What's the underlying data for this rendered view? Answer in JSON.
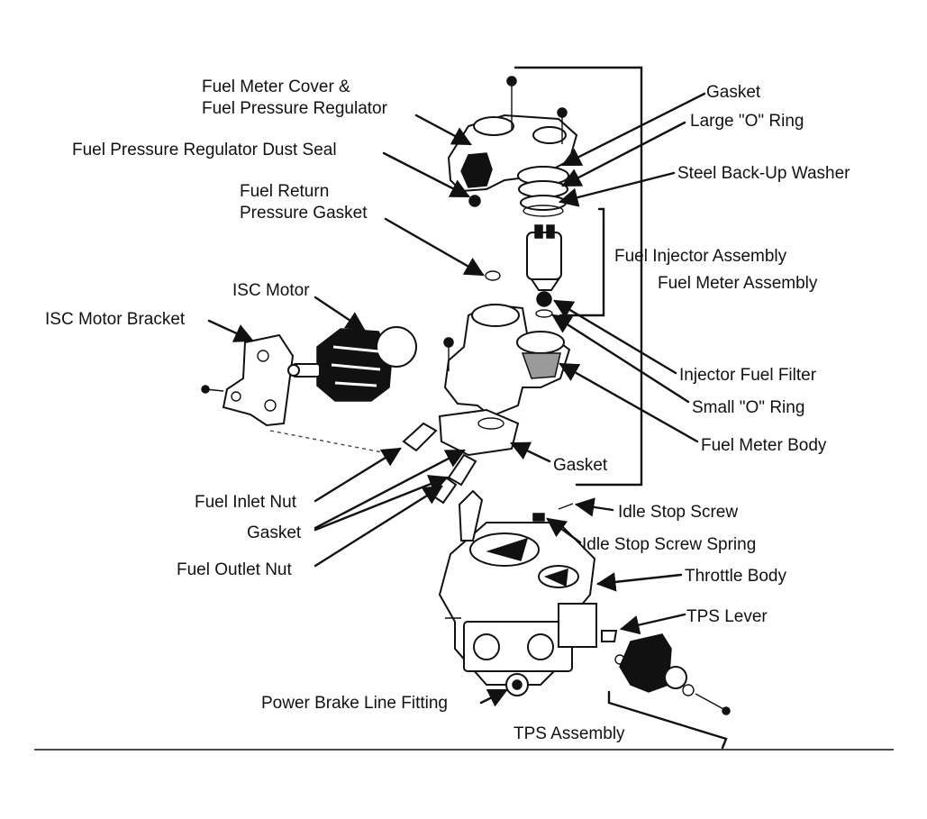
{
  "labels": {
    "fuel_meter_cover_l1": "Fuel Meter Cover &",
    "fuel_meter_cover_l2": "Fuel Pressure Regulator",
    "dust_seal": "Fuel Pressure Regulator Dust Seal",
    "fuel_return_l1": "Fuel Return",
    "fuel_return_l2": "Pressure Gasket",
    "isc_motor": "ISC Motor",
    "isc_motor_bracket": "ISC Motor Bracket",
    "gasket_top": "Gasket",
    "large_o_ring": "Large \"O\" Ring",
    "steel_washer": "Steel Back-Up Washer",
    "fuel_injector_assembly": "Fuel Injector Assembly",
    "fuel_meter_assembly": "Fuel Meter Assembly",
    "injector_fuel_filter": "Injector Fuel Filter",
    "small_o_ring": "Small \"O\" Ring",
    "fuel_meter_body": "Fuel Meter Body",
    "gasket_mid": "Gasket",
    "fuel_inlet_nut": "Fuel Inlet Nut",
    "gasket_left": "Gasket",
    "fuel_outlet_nut": "Fuel Outlet Nut",
    "idle_stop_screw": "Idle Stop Screw",
    "idle_stop_screw_spring": "Idle Stop Screw Spring",
    "throttle_body": "Throttle Body",
    "tps_lever": "TPS Lever",
    "power_brake_line_fitting": "Power Brake Line Fitting",
    "tps_assembly": "TPS Assembly"
  }
}
